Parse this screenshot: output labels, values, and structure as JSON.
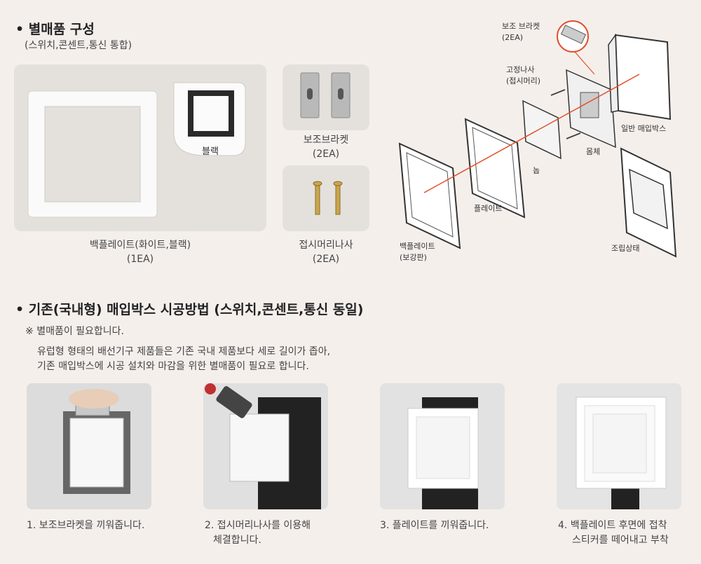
{
  "section1": {
    "bullet": "•",
    "title": "별매품 구성",
    "subtitle": "(스위치,콘센트,통신 통합)",
    "black_label": "블랙",
    "backplate_caption_line1": "백플레이트(화이트,블랙)",
    "backplate_caption_line2": "(1EA)",
    "bracket_caption_line1": "보조브라켓",
    "bracket_caption_line2": "(2EA)",
    "screw_caption_line1": "접시머리나사",
    "screw_caption_line2": "(2EA)"
  },
  "diagram": {
    "bracket_label_line1": "보조 브라켓",
    "bracket_label_line2": "(2EA)",
    "screw_label_line1": "고정나사",
    "screw_label_line2": "(접시머리)",
    "box_label": "일반 매입박스",
    "body_label": "몸체",
    "knob_label": "놉",
    "plate_label": "플레이트",
    "backplate_label_line1": "백플레이트",
    "backplate_label_line2": "(보강판)",
    "assembled_label": "조립상태"
  },
  "section2": {
    "bullet": "•",
    "title": "기존(국내형) 매입박스 시공방법",
    "title_suffix": "(스위치,콘센트,통신 동일)",
    "note_mark": "※",
    "note": "별매품이 필요합니다.",
    "desc_line1": "유럽형 형태의 배선기구 제품들은 기존 국내 제품보다 세로 길이가 좁아,",
    "desc_line2": "기존 매입박스에 시공 설치와 마감을 위한 별매품이 필요로 합니다."
  },
  "steps": [
    {
      "line1": "1. 보조브라켓을 끼워줍니다.",
      "line2": ""
    },
    {
      "line1": "2. 접시머리나사를 이용해",
      "line2": "체결합니다."
    },
    {
      "line1": "3. 플레이트를 끼워줍니다.",
      "line2": ""
    },
    {
      "line1": "4. 백플레이트 후면에 접착",
      "line2": "스티커를 떼어내고 부착"
    }
  ],
  "colors": {
    "accent_line": "#e0502a",
    "panel": "#e4e1dc",
    "background": "#f5efec"
  }
}
